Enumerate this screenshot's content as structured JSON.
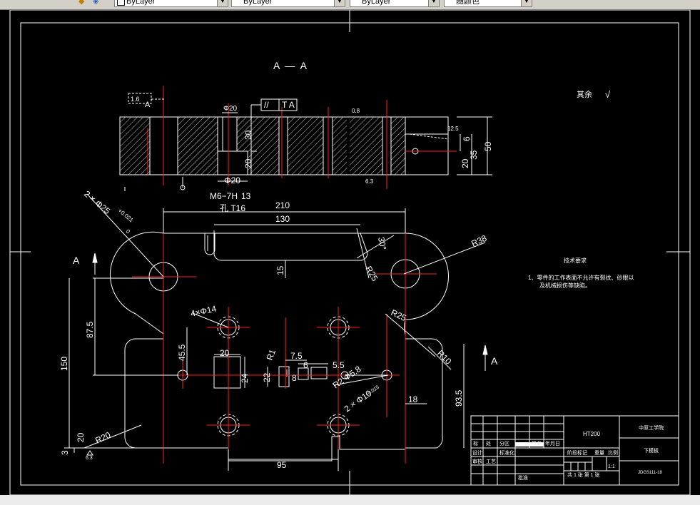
{
  "toolbar": {
    "layer_label": "ByLayer",
    "linetype_label": "ByLayer",
    "lineweight_label": "ByLayer",
    "plotstyle_label": "随颜色"
  },
  "drawing": {
    "section_title": "A — A",
    "section_mark_left": "A",
    "section_mark_right": "A",
    "surface_note": "其余",
    "check_mark": "√",
    "tolerance_frame_symbol": "//",
    "tolerance_frame_ref": "T A",
    "section_dims": {
      "d_20_1": "Φ20",
      "d_30": "30",
      "d_20_2": "20",
      "d_phi20": "Φ20",
      "thread": "M6−7H",
      "d_13": "13",
      "rough_16": "1.6",
      "d_6": "6",
      "d_35": "35",
      "d_50": "50",
      "d_20_3": "20",
      "rough_125": "12.5",
      "rough_08": "0.8",
      "rough_63": "6.3"
    },
    "plan_dims": {
      "holes_2x25": "2 × Φ25",
      "tol_25": "+0.021",
      "tol_25_b": "0",
      "bore": "孔 T16",
      "d_210": "210",
      "d_130": "130",
      "d_30deg": "30°",
      "r38": "R38",
      "d_15": "15",
      "r25_a": "R25",
      "r25_b": "R25",
      "holes_4x14": "4×Φ14",
      "d_875": "87.5",
      "d_150": "150",
      "d_455": "45.5",
      "d_20": "20",
      "r1": "R1",
      "d_75": "7.5",
      "d_55": "5.5",
      "d_24": "24",
      "d_22": "22",
      "d_8": "8",
      "d_6": "6",
      "r2phi58": "R2   Φ5.8",
      "holes_2x10": "2 × Φ10",
      "tol_10": "+0.015",
      "r10": "R10",
      "d_18": "18",
      "d_935": "93.5",
      "r20": "R20",
      "d_20_b": "20",
      "d_3": "3",
      "d_95": "95",
      "rough_63b": "6.3"
    },
    "tech_title": "技术要求",
    "tech_line1": "1、零件的工作表面不允许有裂纹、砂眼以",
    "tech_line2": "及机械损伤等缺陷。"
  },
  "title_block": {
    "material": "HT200",
    "school": "中原工学院",
    "part_name": "下模板",
    "drawing_no": "JDGS111-18",
    "scale": "1:1",
    "sheet": "共 1 张  第 1 张",
    "stage_mark": "阶段标记",
    "weight": "重量",
    "scale_label": "比例",
    "mark": "标",
    "design": "设计",
    "review": "审核",
    "process": "工艺",
    "standardize": "标准化",
    "approve": "批准",
    "count": "处",
    "zone": "分区",
    "sign": "签名",
    "date": "年月日"
  }
}
